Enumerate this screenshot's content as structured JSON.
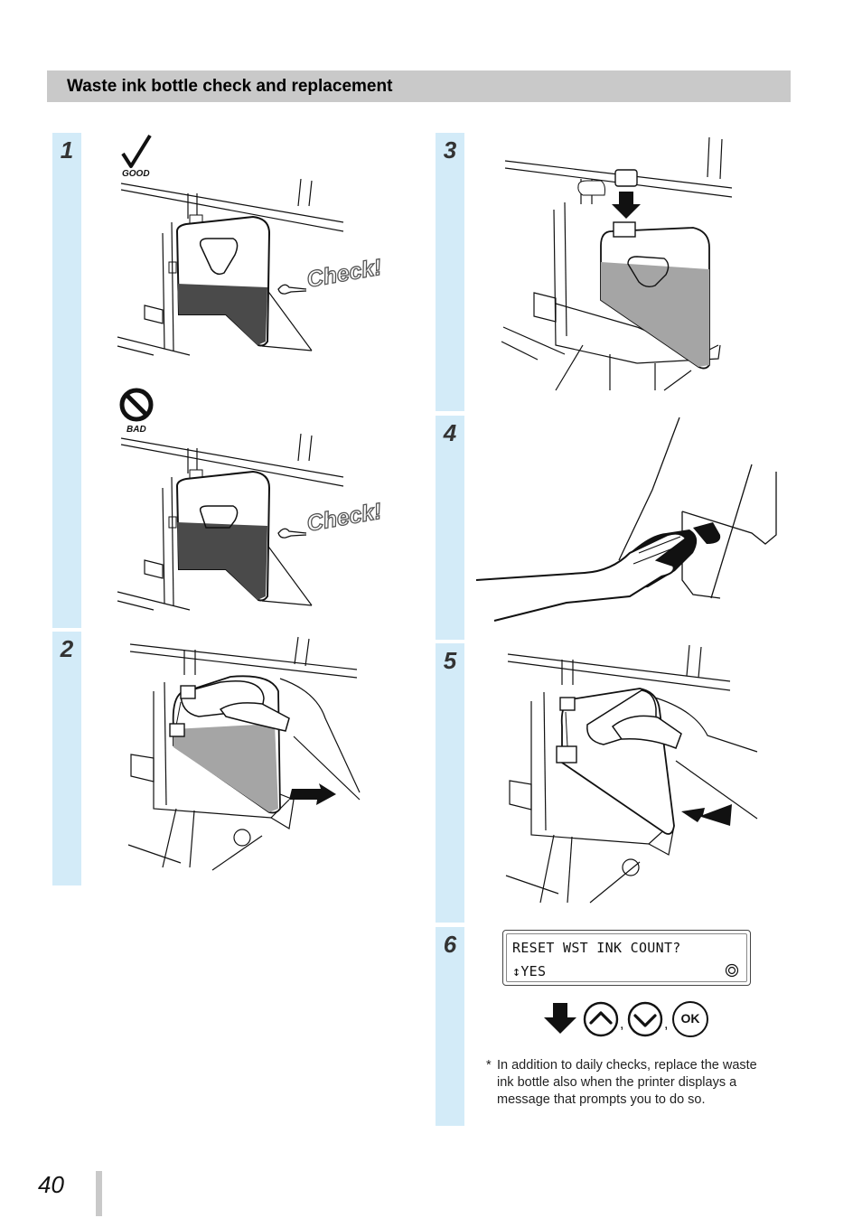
{
  "header": {
    "title": "Waste ink bottle check and replacement"
  },
  "steps": [
    {
      "number": "1"
    },
    {
      "number": "2"
    },
    {
      "number": "3"
    },
    {
      "number": "4"
    },
    {
      "number": "5"
    },
    {
      "number": "6"
    }
  ],
  "step1": {
    "good_label": "GOOD",
    "bad_label": "BAD",
    "check_text": "Check!"
  },
  "lcd": {
    "line1": "RESET WST INK COUNT?",
    "line2": "↕YES"
  },
  "keys": {
    "ok_label": "OK",
    "separator": ","
  },
  "note": {
    "marker": "*",
    "text": "In addition to daily checks, replace the waste ink bottle also when the printer displays a message that prompts you to do so."
  },
  "page_number": "40"
}
